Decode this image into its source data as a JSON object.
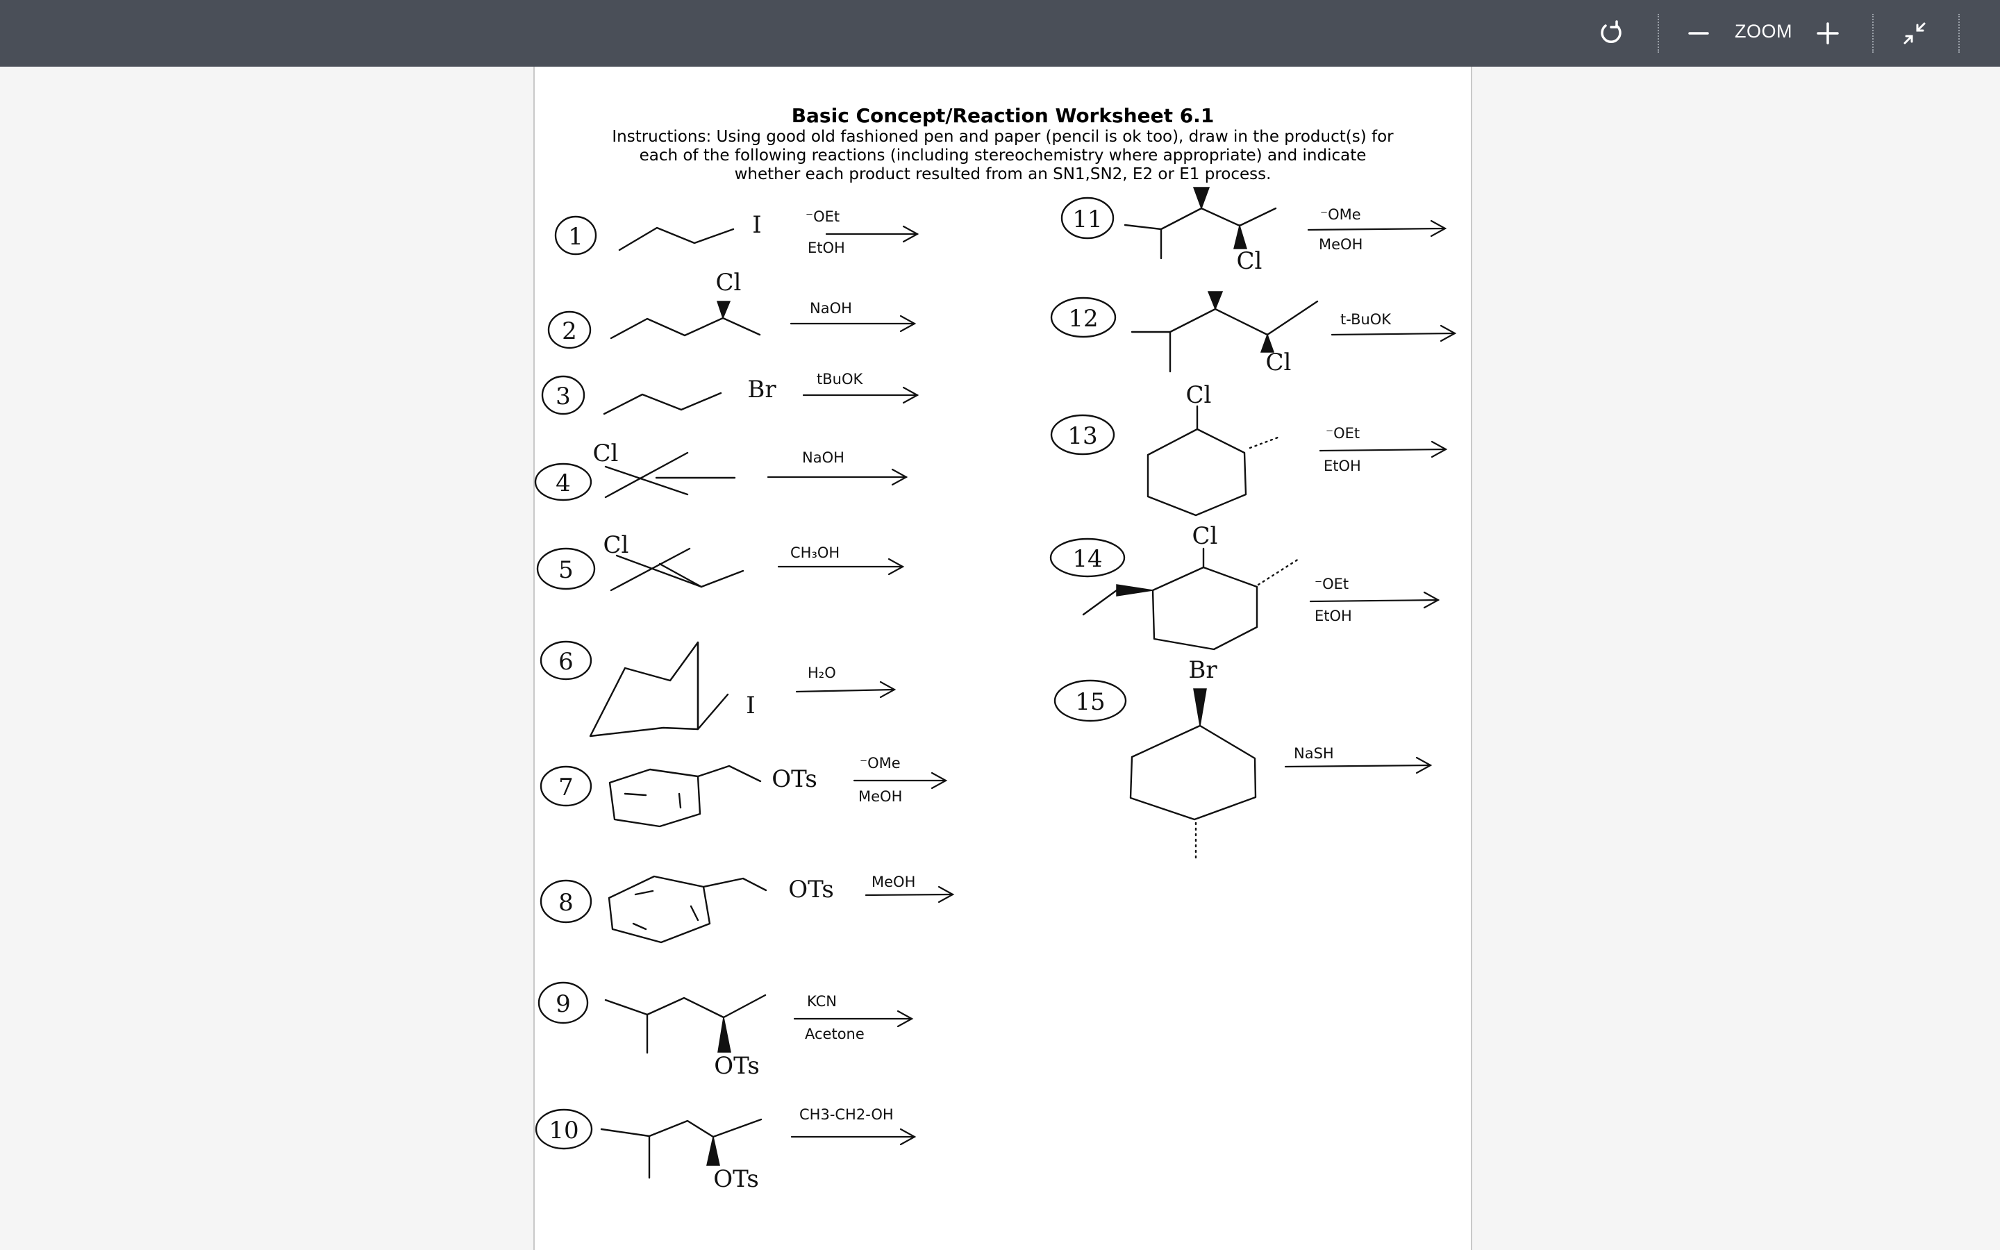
{
  "toolbar": {
    "zoom_label": "ZOOM",
    "icons": [
      "rotate-icon",
      "zoom-out-icon",
      "zoom-in-icon",
      "collapse-icon"
    ]
  },
  "worksheet": {
    "title": "Basic Concept/Reaction Worksheet 6.1",
    "instructions": "Instructions: Using good old fashioned pen and paper (pencil is ok too), draw in the product(s) for each of the following reactions (including stereochemistry where appropriate) and indicate whether each product resulted from an SN1,SN2, E2 or E1 process."
  },
  "reactions": [
    {
      "num": "1",
      "reagent_top": "⁻OEt",
      "reagent_bottom": "EtOH",
      "group": "I"
    },
    {
      "num": "2",
      "reagent_top": "NaOH",
      "reagent_bottom": "",
      "group": "Cl"
    },
    {
      "num": "3",
      "reagent_top": "tBuOK",
      "reagent_bottom": "",
      "group": "Br"
    },
    {
      "num": "4",
      "reagent_top": "NaOH",
      "reagent_bottom": "",
      "group": "Cl"
    },
    {
      "num": "5",
      "reagent_top": "CH₃OH",
      "reagent_bottom": "",
      "group": "Cl"
    },
    {
      "num": "6",
      "reagent_top": "H₂O",
      "reagent_bottom": "",
      "group": "I"
    },
    {
      "num": "7",
      "reagent_top": "⁻OMe",
      "reagent_bottom": "MeOH",
      "group": "OTs"
    },
    {
      "num": "8",
      "reagent_top": "MeOH",
      "reagent_bottom": "",
      "group": "OTs"
    },
    {
      "num": "9",
      "reagent_top": "KCN",
      "reagent_bottom": "Acetone",
      "group": "OTs"
    },
    {
      "num": "10",
      "reagent_top": "CH3-CH2-OH",
      "reagent_bottom": "",
      "group": "OTs"
    },
    {
      "num": "11",
      "reagent_top": "⁻OMe",
      "reagent_bottom": "MeOH",
      "group": "Cl"
    },
    {
      "num": "12",
      "reagent_top": "t-BuOK",
      "reagent_bottom": "",
      "group": "Cl"
    },
    {
      "num": "13",
      "reagent_top": "⁻OEt",
      "reagent_bottom": "EtOH",
      "group": "Cl"
    },
    {
      "num": "14",
      "reagent_top": "⁻OEt",
      "reagent_bottom": "EtOH",
      "group": "Cl"
    },
    {
      "num": "15",
      "reagent_top": "NaSH",
      "reagent_bottom": "",
      "group": "Br"
    }
  ]
}
